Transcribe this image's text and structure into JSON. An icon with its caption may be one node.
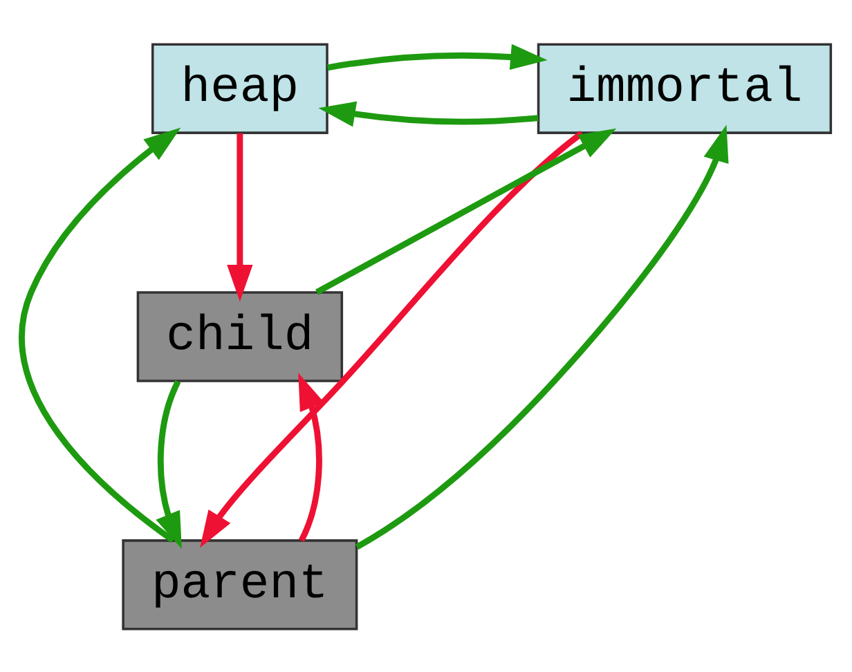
{
  "diagram": {
    "nodes": [
      {
        "text": [
          "heap"
        ]
      },
      {
        "text": [
          "immortal"
        ]
      },
      {
        "text": [
          "parent"
        ]
      },
      {
        "text": [
          "child"
        ]
      }
    ],
    "edges": [
      {
        "from": 1,
        "to": 0,
        "arrow": "to"
      },
      {
        "from": 0,
        "to": 1,
        "arrow": "to"
      },
      {
        "from": 1,
        "to": 2,
        "arrow": "to",
        "color": "#ee1133"
      },
      {
        "from": 0,
        "to": 3,
        "arrow": "to",
        "color": "#ee1133"
      },
      {
        "from": 2,
        "to": 0,
        "arrow": "to"
      },
      {
        "from": 2,
        "to": 1,
        "arrow": "to"
      },
      {
        "from": 2,
        "to": 3,
        "arrow": "to",
        "color": "#ee1133"
      },
      {
        "from": 3,
        "to": 2,
        "arrow": "to"
      },
      {
        "from": 3,
        "to": 1,
        "arrow": "to"
      }
    ]
  }
}
